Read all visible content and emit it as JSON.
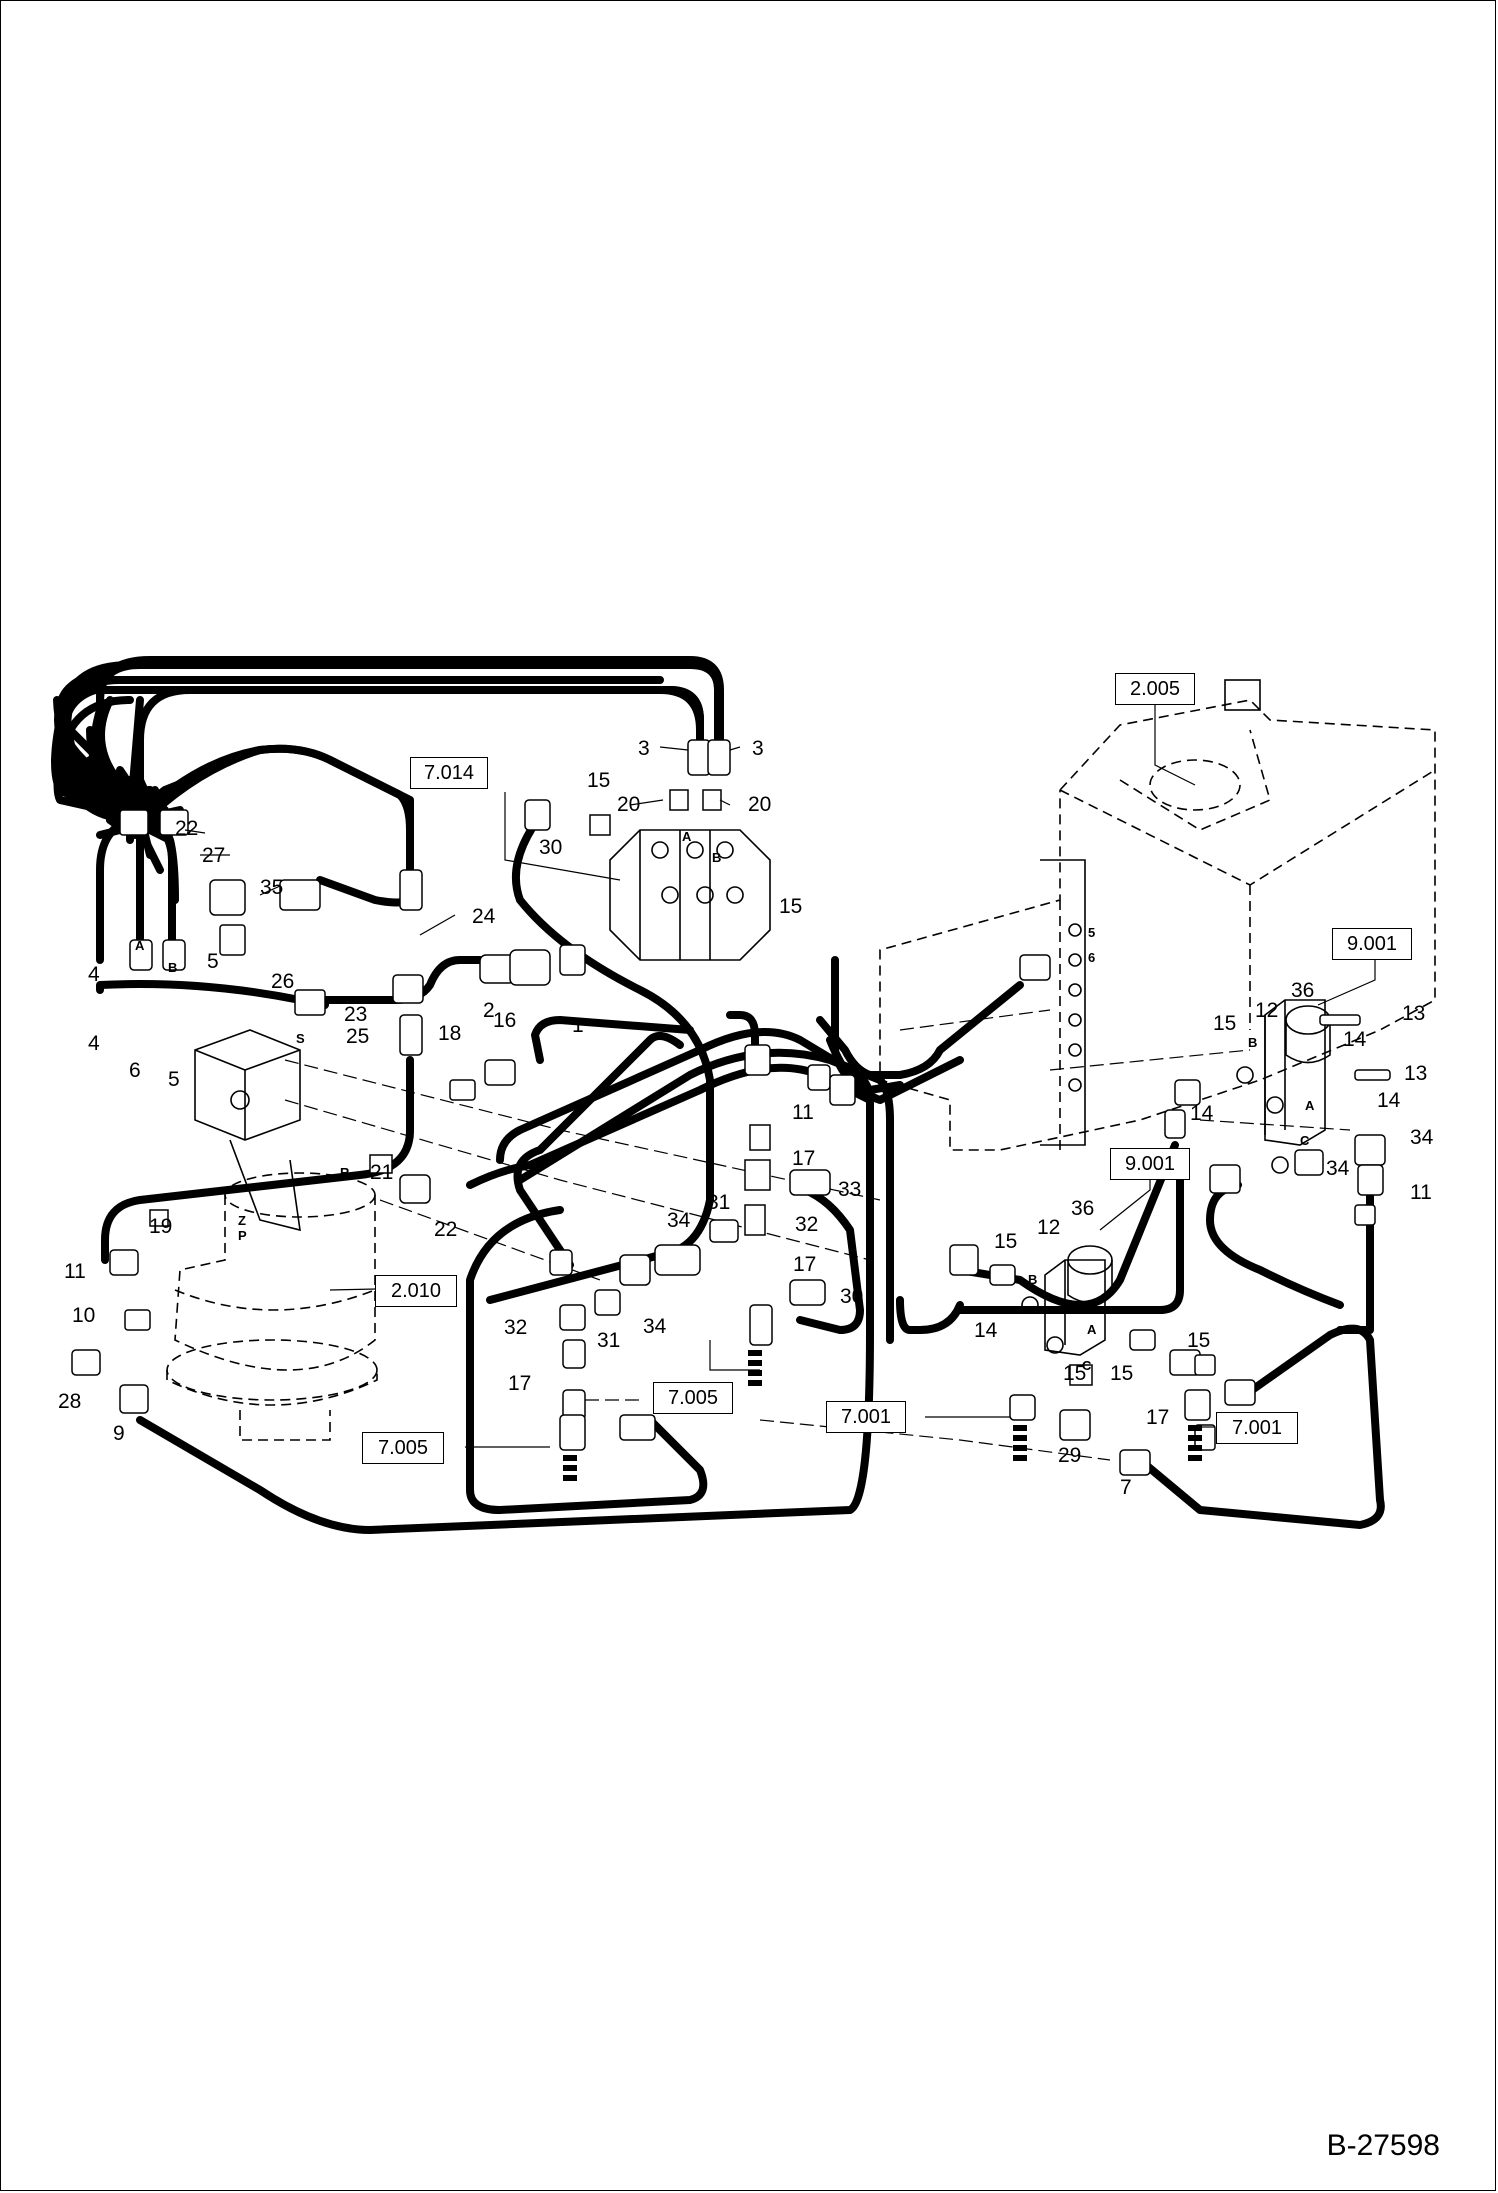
{
  "drawing_number": "B-27598",
  "reference_boxes": [
    "2.005",
    "7.014",
    "9.001",
    "9.001",
    "2.010",
    "7.005",
    "7.005",
    "7.001",
    "7.001"
  ],
  "callouts": [
    "3",
    "3",
    "20",
    "20",
    "15",
    "30",
    "15",
    "22",
    "27",
    "35",
    "24",
    "4",
    "5",
    "26",
    "1",
    "2",
    "4",
    "23",
    "6",
    "5",
    "25",
    "16",
    "18",
    "11",
    "17",
    "33",
    "31",
    "32",
    "34",
    "19",
    "21",
    "22",
    "11",
    "17",
    "30",
    "32",
    "31",
    "34",
    "10",
    "28",
    "9",
    "17",
    "15",
    "15",
    "12",
    "36",
    "13",
    "14",
    "13",
    "14",
    "15",
    "12",
    "36",
    "14",
    "14",
    "34",
    "34",
    "11",
    "15",
    "15",
    "17",
    "29",
    "7",
    "R",
    "S",
    "A",
    "B",
    "Z",
    "P"
  ],
  "port_marks": [
    "A",
    "B",
    "A",
    "B",
    "C",
    "A",
    "B",
    "C",
    "5",
    "6"
  ]
}
